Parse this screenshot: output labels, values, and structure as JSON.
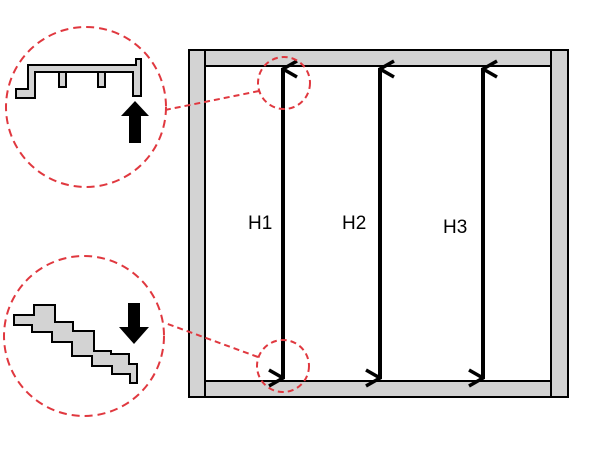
{
  "measurements": [
    {
      "label": "H1"
    },
    {
      "label": "H2"
    },
    {
      "label": "H3"
    }
  ],
  "colors": {
    "frame_fill": "#d3d3d3",
    "outline": "#000000",
    "callout": "#e0383f",
    "arrow": "#000000",
    "background": "#ffffff"
  },
  "icons": {
    "top_callout_arrow": "up-arrow-icon",
    "bottom_callout_arrow": "down-arrow-icon"
  }
}
